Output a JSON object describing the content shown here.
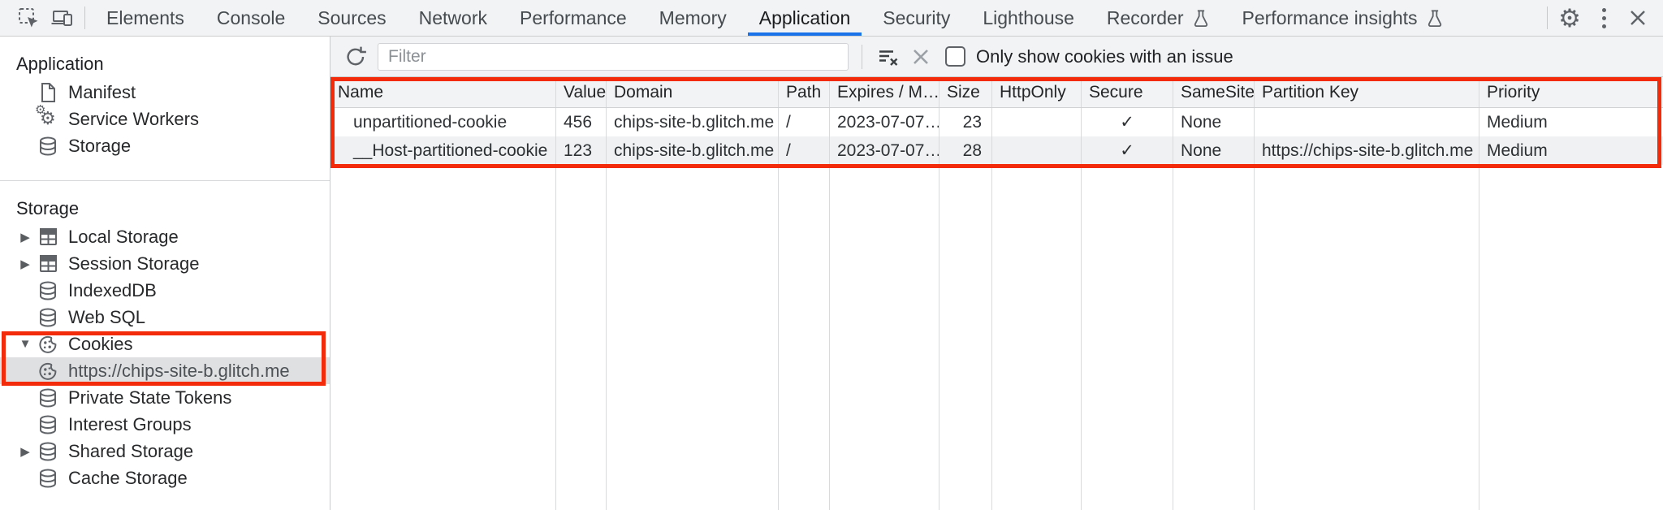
{
  "tabbar": {
    "left_icons": [
      "inspect-icon",
      "device-toolbar-icon"
    ],
    "tabs": [
      {
        "label": "Elements",
        "selected": false
      },
      {
        "label": "Console",
        "selected": false
      },
      {
        "label": "Sources",
        "selected": false
      },
      {
        "label": "Network",
        "selected": false
      },
      {
        "label": "Performance",
        "selected": false
      },
      {
        "label": "Memory",
        "selected": false
      },
      {
        "label": "Application",
        "selected": true
      },
      {
        "label": "Security",
        "selected": false
      },
      {
        "label": "Lighthouse",
        "selected": false
      },
      {
        "label": "Recorder",
        "selected": false,
        "icon": "experiment-flask-icon"
      },
      {
        "label": "Performance insights",
        "selected": false,
        "icon": "experiment-flask-icon"
      }
    ],
    "right_icons": [
      "settings-gear-icon",
      "kebab-menu-icon",
      "close-icon"
    ]
  },
  "sidebar": {
    "sections": [
      {
        "header": "Application",
        "items": [
          {
            "label": "Manifest",
            "icon": "manifest-file-icon"
          },
          {
            "label": "Service Workers",
            "icon": "service-workers-gears-icon"
          },
          {
            "label": "Storage",
            "icon": "database-icon"
          }
        ]
      },
      {
        "header": "Storage",
        "items": [
          {
            "label": "Local Storage",
            "icon": "table-icon",
            "expander": "collapsed"
          },
          {
            "label": "Session Storage",
            "icon": "table-icon",
            "expander": "collapsed"
          },
          {
            "label": "IndexedDB",
            "icon": "database-icon"
          },
          {
            "label": "Web SQL",
            "icon": "database-icon"
          },
          {
            "label": "Cookies",
            "icon": "cookie-icon",
            "expander": "expanded",
            "highlighted": true
          },
          {
            "label": "https://chips-site-b.glitch.me",
            "icon": "cookie-icon",
            "child": true,
            "selected": true,
            "highlighted": true
          },
          {
            "label": "Private State Tokens",
            "icon": "database-icon"
          },
          {
            "label": "Interest Groups",
            "icon": "database-icon"
          },
          {
            "label": "Shared Storage",
            "icon": "database-icon",
            "expander": "collapsed"
          },
          {
            "label": "Cache Storage",
            "icon": "database-icon"
          }
        ]
      }
    ],
    "expander_collapsed": "▶",
    "expander_expanded": "▼"
  },
  "toolbar": {
    "refresh_icon": "refresh-icon",
    "filter_placeholder": "Filter",
    "filter_value": "",
    "clear_list_icon": "clear-filter-list-icon",
    "clear_icon": "clear-x-icon",
    "checkbox_checked": false,
    "checkbox_label": "Only show cookies with an issue"
  },
  "cookies_table": {
    "columns": [
      "Name",
      "Value",
      "Domain",
      "Path",
      "Expires / M…",
      "Size",
      "HttpOnly",
      "Secure",
      "SameSite",
      "Partition Key",
      "Priority"
    ],
    "rows": [
      {
        "name": "unpartitioned-cookie",
        "value": "456",
        "domain": "chips-site-b.glitch.me",
        "path": "/",
        "expires": "2023-07-07…",
        "size": "23",
        "http_only": "",
        "secure": "✓",
        "same_site": "None",
        "partition_key": "",
        "priority": "Medium"
      },
      {
        "name": "__Host-partitioned-cookie",
        "value": "123",
        "domain": "chips-site-b.glitch.me",
        "path": "/",
        "expires": "2023-07-07…",
        "size": "28",
        "http_only": "",
        "secure": "✓",
        "same_site": "None",
        "partition_key": "https://chips-site-b.glitch.me",
        "priority": "Medium"
      }
    ]
  },
  "colors": {
    "accent_blue": "#1a73e8",
    "annotation_red": "#f42b0b",
    "toolbar_gray": "#f1f3f4",
    "stripe_row": "#eff1f2",
    "selected_item_gray": "#dfe0e1",
    "icon_gray": "#5f6368"
  }
}
